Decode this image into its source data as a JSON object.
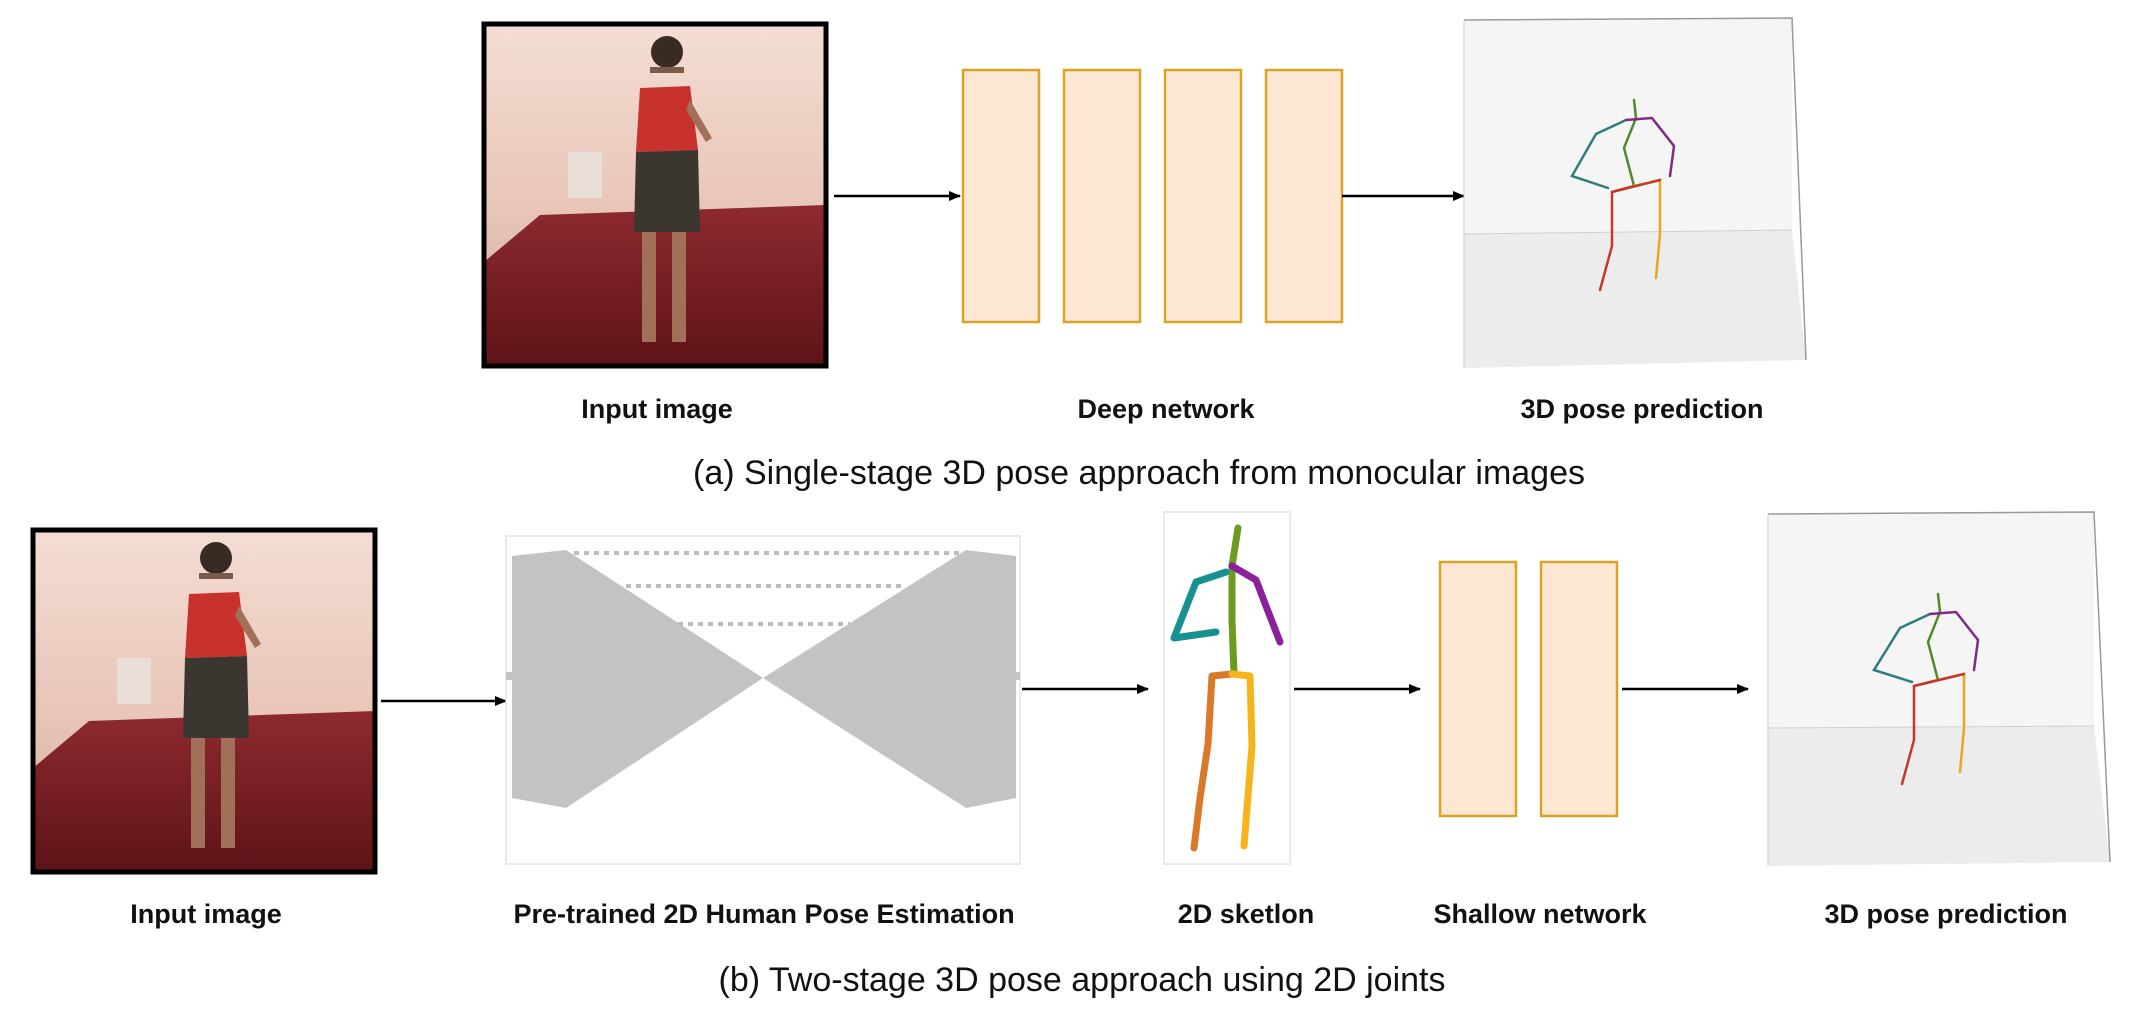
{
  "row_a": {
    "labels": {
      "input": "Input image",
      "network": "Deep network",
      "prediction": "3D pose prediction"
    },
    "caption": "(a) Single-stage 3D pose approach from monocular images"
  },
  "row_b": {
    "labels": {
      "input": "Input image",
      "pretrained": "Pre-trained 2D Human Pose Estimation",
      "sketch": "2D sketlon",
      "network": "Shallow network",
      "prediction": "3D pose prediction"
    },
    "caption": "(b) Two-stage 3D pose approach using 2D joints"
  },
  "colors": {
    "layer_fill": "#fde6d2",
    "layer_stroke": "#d9a326",
    "hourglass": "#c3c3c3",
    "arrow": "#000000",
    "wall": "#f0f0f0",
    "floor": "#e9e9e9",
    "bone_right_arm": "#2f7d7a",
    "bone_left_arm": "#7e2a87",
    "bone_spine": "#4f8a2b",
    "bone_right_leg": "#c0392b",
    "bone_left_leg": "#f0a320",
    "sketch_right_arm": "#17918f",
    "sketch_left_arm": "#8b1f9c",
    "sketch_spine": "#6d9a21",
    "sketch_right_leg": "#d9792a",
    "sketch_left_leg": "#f6b41a"
  },
  "icons": {
    "photo": "person-photo-icon",
    "skeleton": "skeleton-icon"
  }
}
